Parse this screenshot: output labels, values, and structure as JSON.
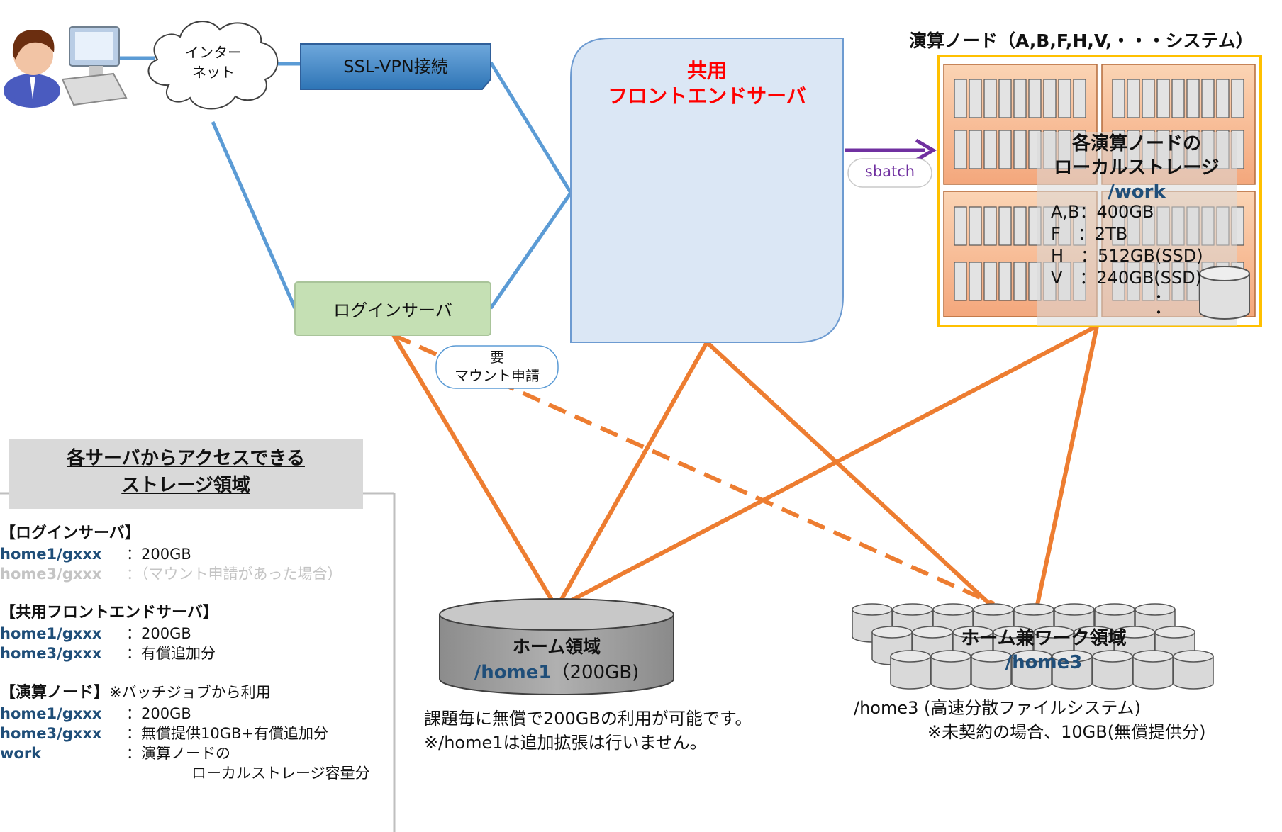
{
  "colors": {
    "link_blue": "#5b9bd5",
    "storage_orange": "#ed7d31",
    "node_border_yellow": "#ffc000",
    "frontend_red": "#ff0000",
    "path_navy": "#1f4e79",
    "sbatch_purple": "#7030a0"
  },
  "icons": [
    "user-computer-icon",
    "cloud-icon",
    "cylinder-storage-icon",
    "disk-array-icon",
    "arrow-right-icon"
  ],
  "internet": {
    "line1": "インター",
    "line2": "ネット"
  },
  "ssl_vpn": {
    "label": "SSL-VPN接続"
  },
  "login_server": {
    "label": "ログインサーバ"
  },
  "frontend": {
    "line1": "共用",
    "line2": "フロントエンドサーバ"
  },
  "sbatch": {
    "label": "sbatch"
  },
  "mount_bubble": {
    "line1": "要",
    "line2": "マウント申請"
  },
  "compute": {
    "title": "演算ノード（A,B,F,H,V,・・・システム）",
    "local_title_1": "各演算ノードの",
    "local_title_2": "ローカルストレージ",
    "work_path": "/work",
    "specs": [
      "A,B：400GB",
      "F　：2TB",
      "H　：512GB(SSD)",
      "V　：240GB(SSD)"
    ],
    "ellipsis_1": "・",
    "ellipsis_2": "・"
  },
  "home1": {
    "title": "ホーム領域",
    "path": "/home1",
    "size": "（200GB)",
    "note1": "課題毎に無償で200GBの利用が可能です。",
    "note2": "※/home1は追加拡張は行いません。"
  },
  "home3": {
    "title": "ホーム兼ワーク領域",
    "path": "/home3",
    "note1": "/home3 (高速分散ファイルシステム)",
    "note2": "※未契約の場合、10GB(無償提供分)"
  },
  "legend": {
    "title1": "各サーバからアクセスできる",
    "title2": "ストレージ領域",
    "login_head": "【ログインサーバ】",
    "login_rows": [
      {
        "key": "home1/gxxx",
        "value": "：200GB"
      },
      {
        "key": "home3/gxxx",
        "value": "：（マウント申請があった場合）"
      }
    ],
    "front_head": "【共用フロントエンドサーバ】",
    "front_rows": [
      {
        "key": "home1/gxxx",
        "value": "：200GB"
      },
      {
        "key": "home3/gxxx",
        "value": "：有償追加分"
      }
    ],
    "compute_head": "【演算ノード】",
    "compute_head_note": "※バッチジョブから利用",
    "compute_rows": [
      {
        "key": "home1/gxxx",
        "value": "：200GB"
      },
      {
        "key": "home3/gxxx",
        "value": "：無償提供10GB+有償追加分"
      },
      {
        "key": "work",
        "value": "：演算ノードの"
      }
    ],
    "compute_tail": "ローカルストレージ容量分"
  }
}
